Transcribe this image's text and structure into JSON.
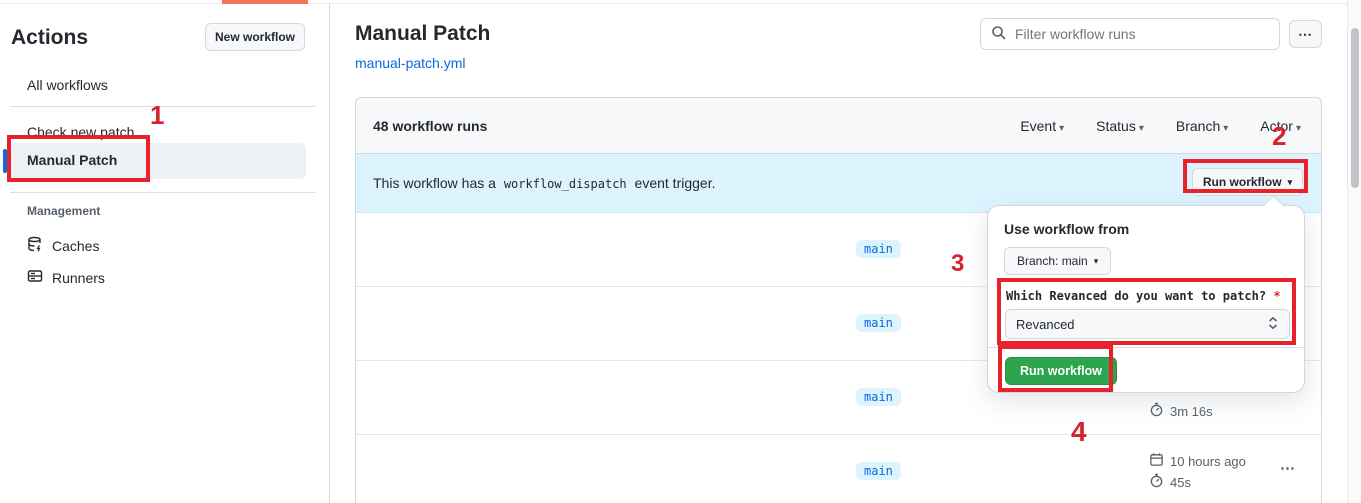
{
  "sidebar": {
    "title": "Actions",
    "new_workflow_label": "New workflow",
    "items": [
      {
        "label": "All workflows"
      },
      {
        "label": "Check new patch"
      },
      {
        "label": "Manual Patch",
        "selected": true
      }
    ],
    "management": {
      "label": "Management",
      "items": [
        {
          "label": "Caches",
          "icon": "cache-database-icon"
        },
        {
          "label": "Runners",
          "icon": "runners-server-icon"
        }
      ]
    }
  },
  "header": {
    "title": "Manual Patch",
    "file_link": "manual-patch.yml",
    "filter_placeholder": "Filter workflow runs"
  },
  "table": {
    "runs_count_label": "48 workflow runs",
    "filters": [
      {
        "label": "Event"
      },
      {
        "label": "Status"
      },
      {
        "label": "Branch"
      },
      {
        "label": "Actor"
      }
    ],
    "banner": {
      "text_before": "This workflow has a",
      "code": "workflow_dispatch",
      "text_after": "event trigger.",
      "run_workflow_label": "Run workflow"
    },
    "rows": [
      {
        "branch": "main"
      },
      {
        "branch": "main"
      },
      {
        "branch": "main",
        "duration": "3m 16s"
      },
      {
        "branch": "main",
        "date": "10 hours ago",
        "duration": "45s"
      }
    ]
  },
  "run_dialog": {
    "title": "Use workflow from",
    "branch_button_label": "Branch: main",
    "question_label": "Which Revanced do you want to patch?",
    "required_marker": "*",
    "select_value": "Revanced",
    "run_button_label": "Run workflow"
  },
  "annotations": {
    "step1": "1",
    "step2": "2",
    "step3": "3",
    "step4": "4"
  },
  "icons": {
    "caret_down": "▾",
    "kebab": "⋯"
  },
  "colors": {
    "accent_blue": "#0969da",
    "banner_blue": "#ddf4ff",
    "badge_blue_bg": "#ddf4ff",
    "success_green": "#2da44e",
    "annotation_red": "#e8212b",
    "top_accent_orange": "#f4735b"
  }
}
